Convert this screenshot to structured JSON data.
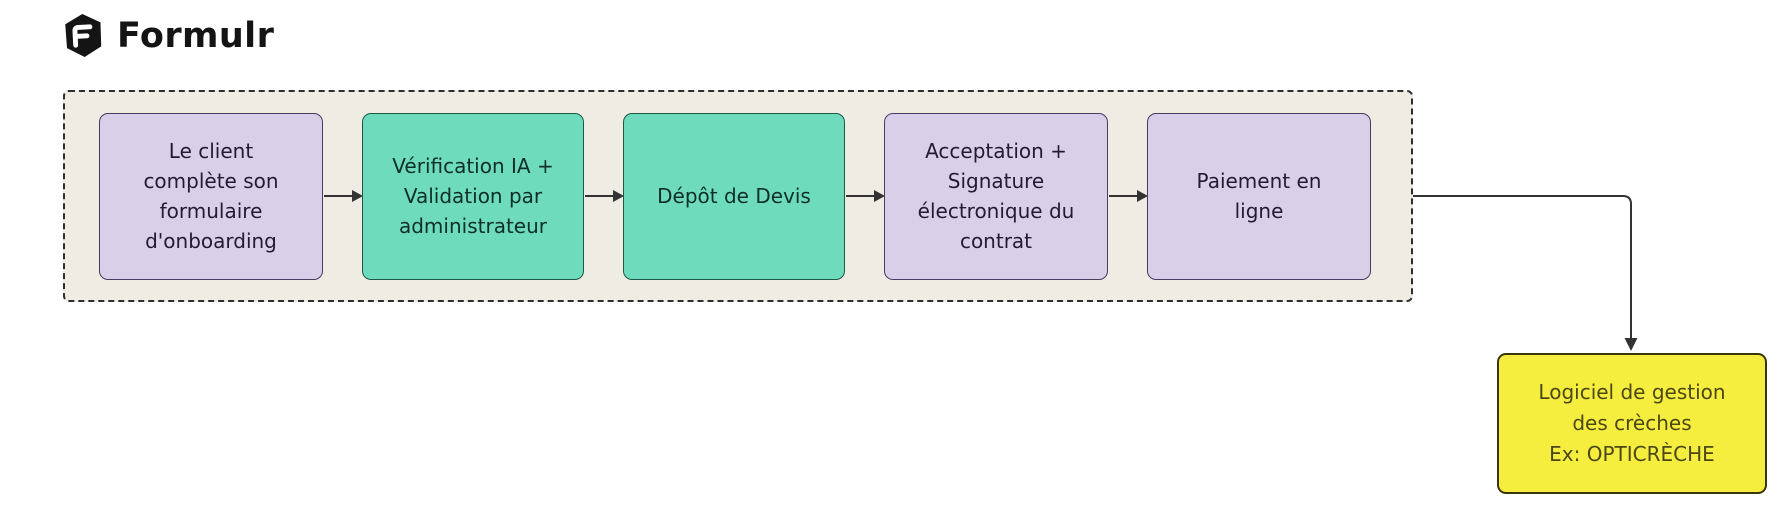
{
  "logo": {
    "text": "Formulr"
  },
  "flow": {
    "steps": [
      {
        "id": "client-form",
        "label": "Le client\ncomplète son\nformulaire\nd'onboarding",
        "color": "purple"
      },
      {
        "id": "ai-verification",
        "label": "Vérification IA +\nValidation par\nadministrateur",
        "color": "teal"
      },
      {
        "id": "devis",
        "label": "Dépôt de Devis",
        "color": "teal"
      },
      {
        "id": "signature",
        "label": "Acceptation +\nSignature\nélectronique du\ncontrat",
        "color": "purple"
      },
      {
        "id": "payment",
        "label": "Paiement en\nligne",
        "color": "purple"
      }
    ]
  },
  "result": {
    "label": "Logiciel de gestion\ndes crèches\nEx: OPTICRÈCHE"
  },
  "colors": {
    "container_bg": "#efece3",
    "node_purple": "#d8d0e8",
    "node_teal": "#6edcbc",
    "node_yellow": "#f6ee3e",
    "line": "#333333"
  }
}
